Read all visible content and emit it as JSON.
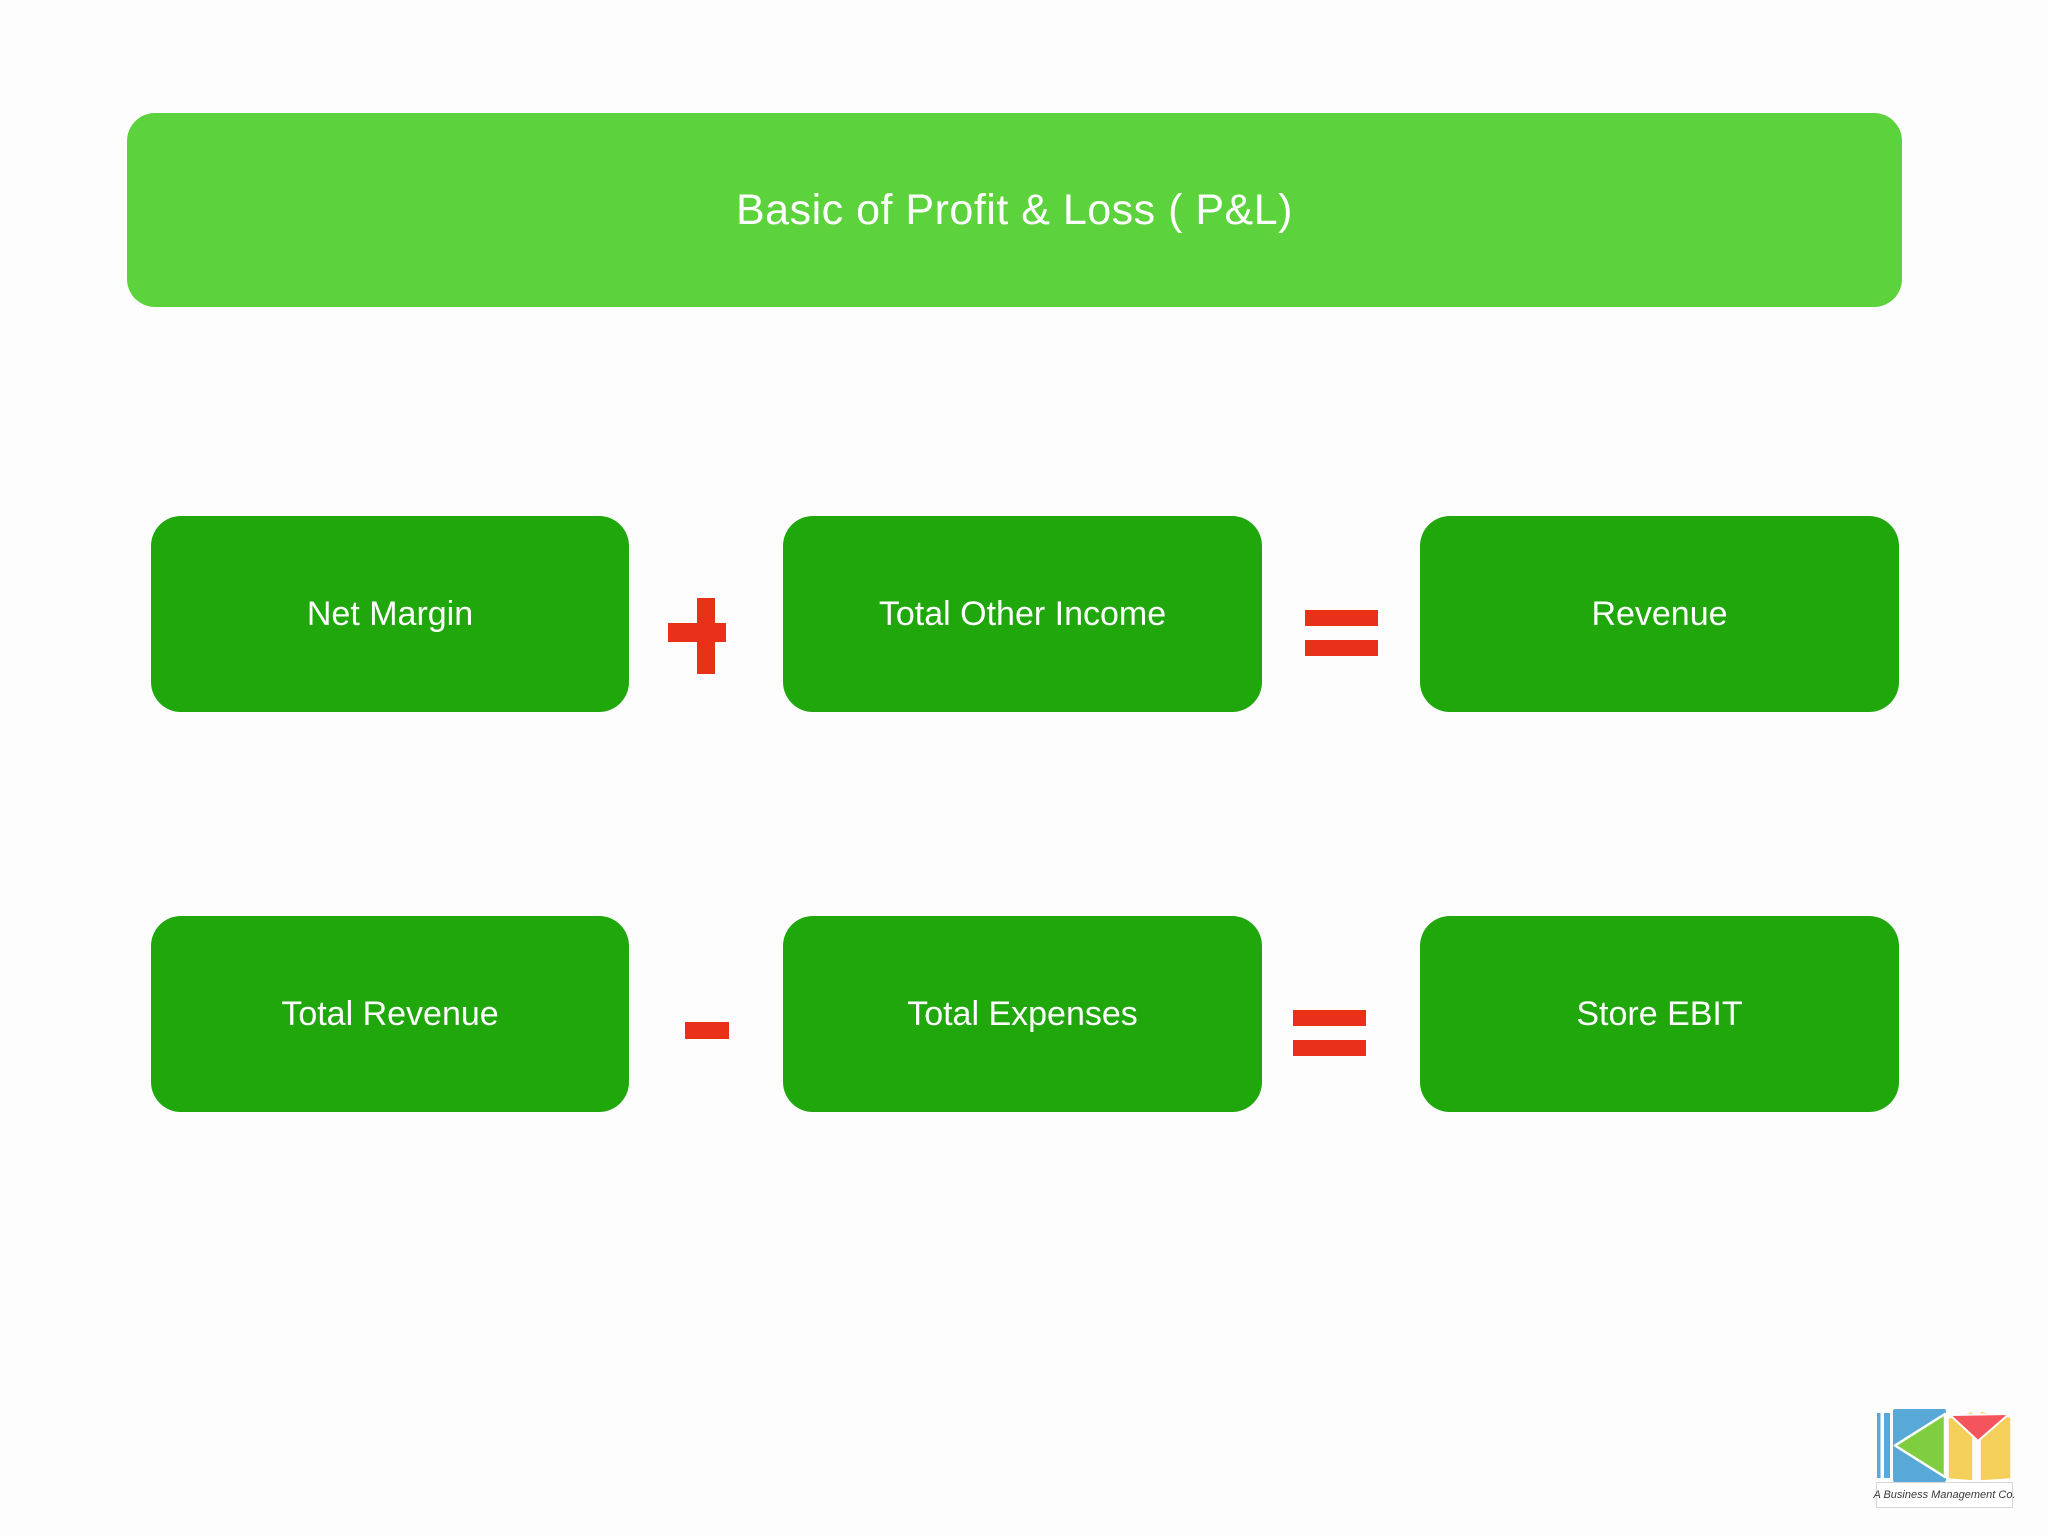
{
  "slide": {
    "title": "Basic of Profit & Loss ( P&L)"
  },
  "colors": {
    "banner_green": "#5cd33c",
    "box_green": "#1fa70c",
    "operator_red": "#e93018",
    "text_white": "#ffffff",
    "logo_blue": "#58a8d8",
    "logo_green": "#7fce3f",
    "logo_yellow": "#f4d05a",
    "logo_red": "#f4555c"
  },
  "equation_rows": {
    "row1": {
      "operand1": "Net Margin",
      "operator": "+",
      "operand2": "Total Other Income",
      "equals": "=",
      "result": "Revenue"
    },
    "row2": {
      "operand1": "Total Revenue",
      "operator": "-",
      "operand2": "Total Expenses",
      "equals": "=",
      "result": "Store EBIT"
    }
  },
  "logo": {
    "caption": "A Business Management Co."
  }
}
